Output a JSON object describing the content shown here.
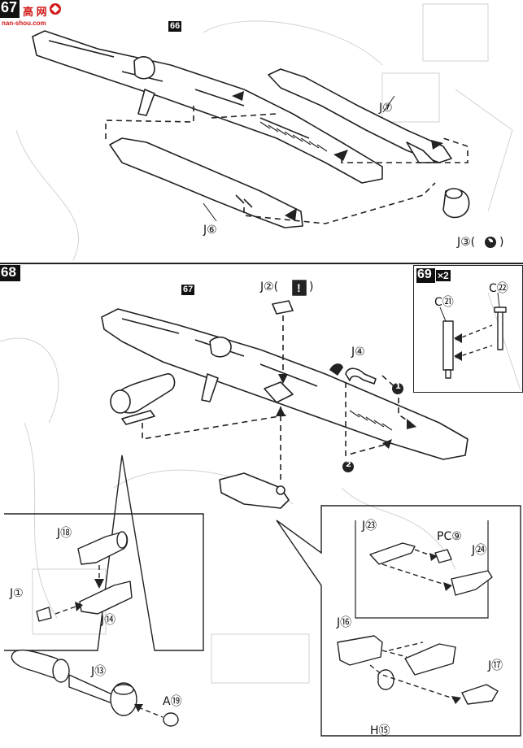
{
  "header": {
    "step_main": "67",
    "site_name": "高 网",
    "site_url": "nan-shou.com"
  },
  "step67": {
    "ref_step": "66",
    "labels": {
      "j7": "J⑦",
      "j6": "J⑥",
      "j3": "J③(",
      "j3_close": ")"
    }
  },
  "step68": {
    "number": "68",
    "ref_step": "67",
    "labels": {
      "j2": "J②(",
      "j2_mark": "!",
      "j2_close": ")",
      "j4": "J④",
      "order1": "1",
      "order2": "2",
      "j18": "J⑱",
      "j1": "J①",
      "j14": "J⑭",
      "j13": "J⑬",
      "a19": "A⑲",
      "j23": "J㉓",
      "pc9": "PC⑨",
      "j24": "J㉔",
      "j16": "J⑯",
      "j17": "J⑰",
      "h15": "H⑮"
    }
  },
  "step69": {
    "number": "69",
    "multiplier": "×2",
    "labels": {
      "c21": "C㉑",
      "c22": "C㉒"
    }
  },
  "colors": {
    "line": "#222222",
    "step_bg": "#111111",
    "watermark": "#cfcfcf",
    "brand_red": "#d01818"
  }
}
